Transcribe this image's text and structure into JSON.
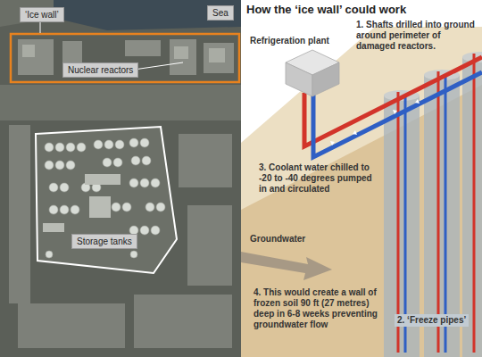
{
  "diagram": {
    "title": "How the ‘ice wall’ could work",
    "nodes": [
      {
        "text": [
          "‘Ice wall’"
        ]
      },
      {
        "text": [
          "Sea"
        ]
      },
      {
        "text": [
          "Nuclear reactors"
        ]
      },
      {
        "text": [
          "Storage tanks"
        ]
      }
    ],
    "labels": [
      "Refrigeration plant",
      "1. Shafts drilled into ground around perimeter of damaged reactors.",
      "3. Coolant water chilled to -20 to -40 degrees pumped in and circulated",
      "Groundwater",
      "4. This would create a wall of frozen soil 90 ft (27 metres) deep in 6-8 weeks preventing groundwater flow",
      "2. ‘Freeze pipes’"
    ]
  }
}
